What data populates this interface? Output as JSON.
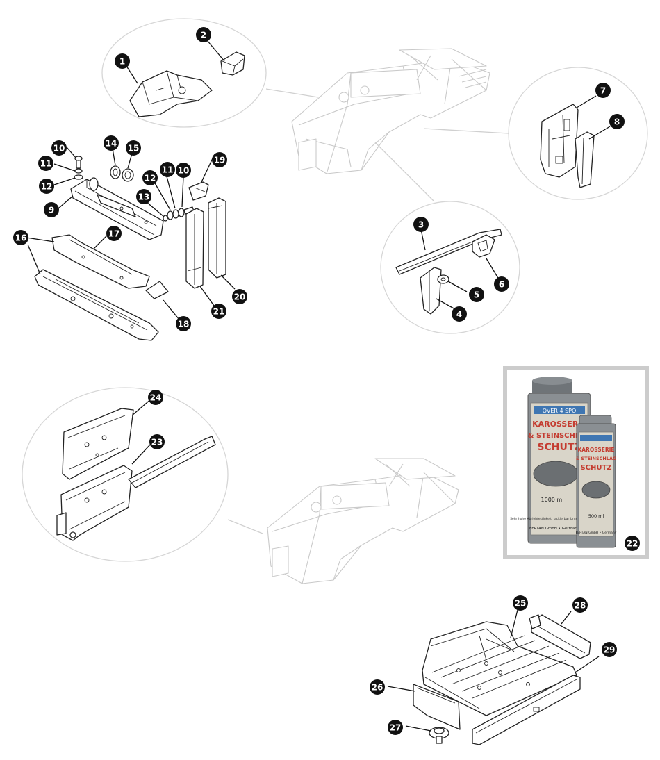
{
  "callouts": [
    {
      "id": "callout-1",
      "label": "1"
    },
    {
      "id": "callout-2",
      "label": "2"
    },
    {
      "id": "callout-3",
      "label": "3"
    },
    {
      "id": "callout-4",
      "label": "4"
    },
    {
      "id": "callout-5",
      "label": "5"
    },
    {
      "id": "callout-6",
      "label": "6"
    },
    {
      "id": "callout-7",
      "label": "7"
    },
    {
      "id": "callout-8",
      "label": "8"
    },
    {
      "id": "callout-9",
      "label": "9"
    },
    {
      "id": "callout-10a",
      "label": "10"
    },
    {
      "id": "callout-10b",
      "label": "10"
    },
    {
      "id": "callout-11a",
      "label": "11"
    },
    {
      "id": "callout-11b",
      "label": "11"
    },
    {
      "id": "callout-12a",
      "label": "12"
    },
    {
      "id": "callout-12b",
      "label": "12"
    },
    {
      "id": "callout-13",
      "label": "13"
    },
    {
      "id": "callout-14",
      "label": "14"
    },
    {
      "id": "callout-15",
      "label": "15"
    },
    {
      "id": "callout-16",
      "label": "16"
    },
    {
      "id": "callout-17",
      "label": "17"
    },
    {
      "id": "callout-18",
      "label": "18"
    },
    {
      "id": "callout-19",
      "label": "19"
    },
    {
      "id": "callout-20",
      "label": "20"
    },
    {
      "id": "callout-21",
      "label": "21"
    },
    {
      "id": "callout-22",
      "label": "22"
    },
    {
      "id": "callout-23",
      "label": "23"
    },
    {
      "id": "callout-24",
      "label": "24"
    },
    {
      "id": "callout-25",
      "label": "25"
    },
    {
      "id": "callout-26",
      "label": "26"
    },
    {
      "id": "callout-27",
      "label": "27"
    },
    {
      "id": "callout-28",
      "label": "28"
    },
    {
      "id": "callout-29",
      "label": "29"
    }
  ],
  "product": {
    "brand_band": "OVER 4 SPO",
    "title_line1": "KAROSSERIE",
    "title_line2": "& STEINSCHLAG",
    "title_line3": "SCHUTZ",
    "large_volume": "1000 ml",
    "small_volume": "500 ml",
    "tagline": "Sehr hohe Abriebfestigkeit, lackierbar Unterbodenschutz",
    "maker_large": "FERTAN GmbH • Germany",
    "maker_small": "FERTAN GmbH • Germany",
    "can_color": "#8a8f93",
    "label_color": "#d9d5c9"
  }
}
